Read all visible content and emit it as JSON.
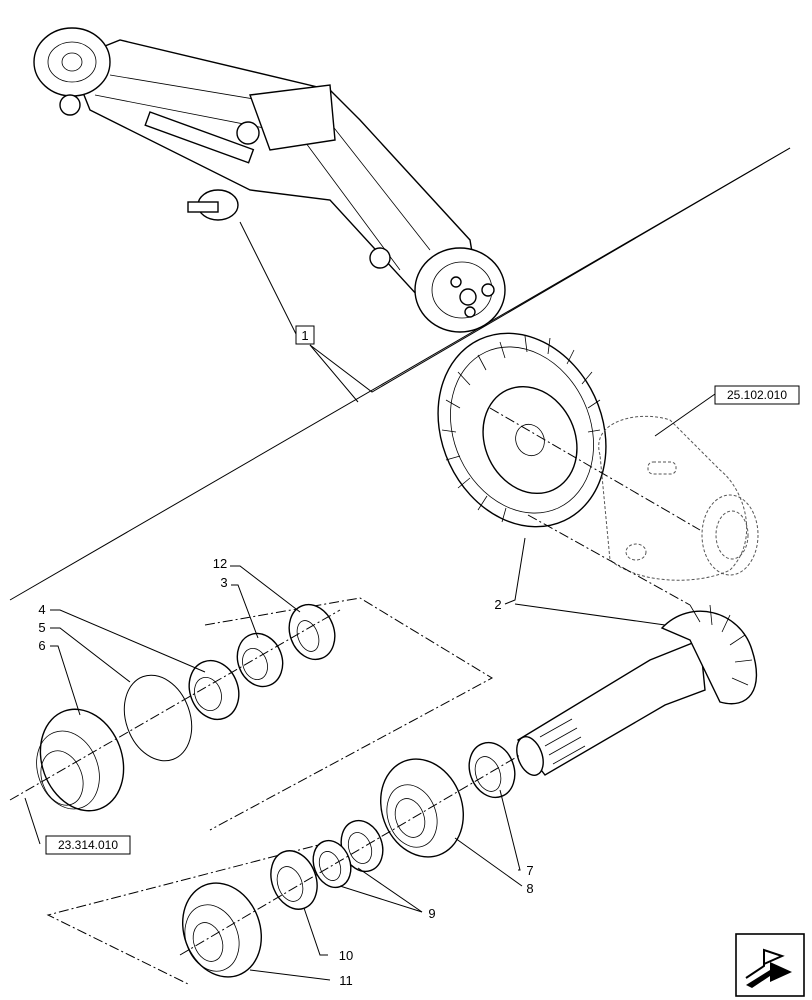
{
  "callouts": {
    "c1": "1",
    "c2": "2",
    "c3": "3",
    "c4": "4",
    "c5": "5",
    "c6": "6",
    "c7": "7",
    "c8": "8",
    "c9": "9",
    "c10": "10",
    "c11": "11",
    "c12": "12"
  },
  "references": {
    "ref_differential": "25.102.010",
    "ref_housing": "23.314.010"
  },
  "icons": {
    "nav": "next-page-arrow-icon"
  }
}
